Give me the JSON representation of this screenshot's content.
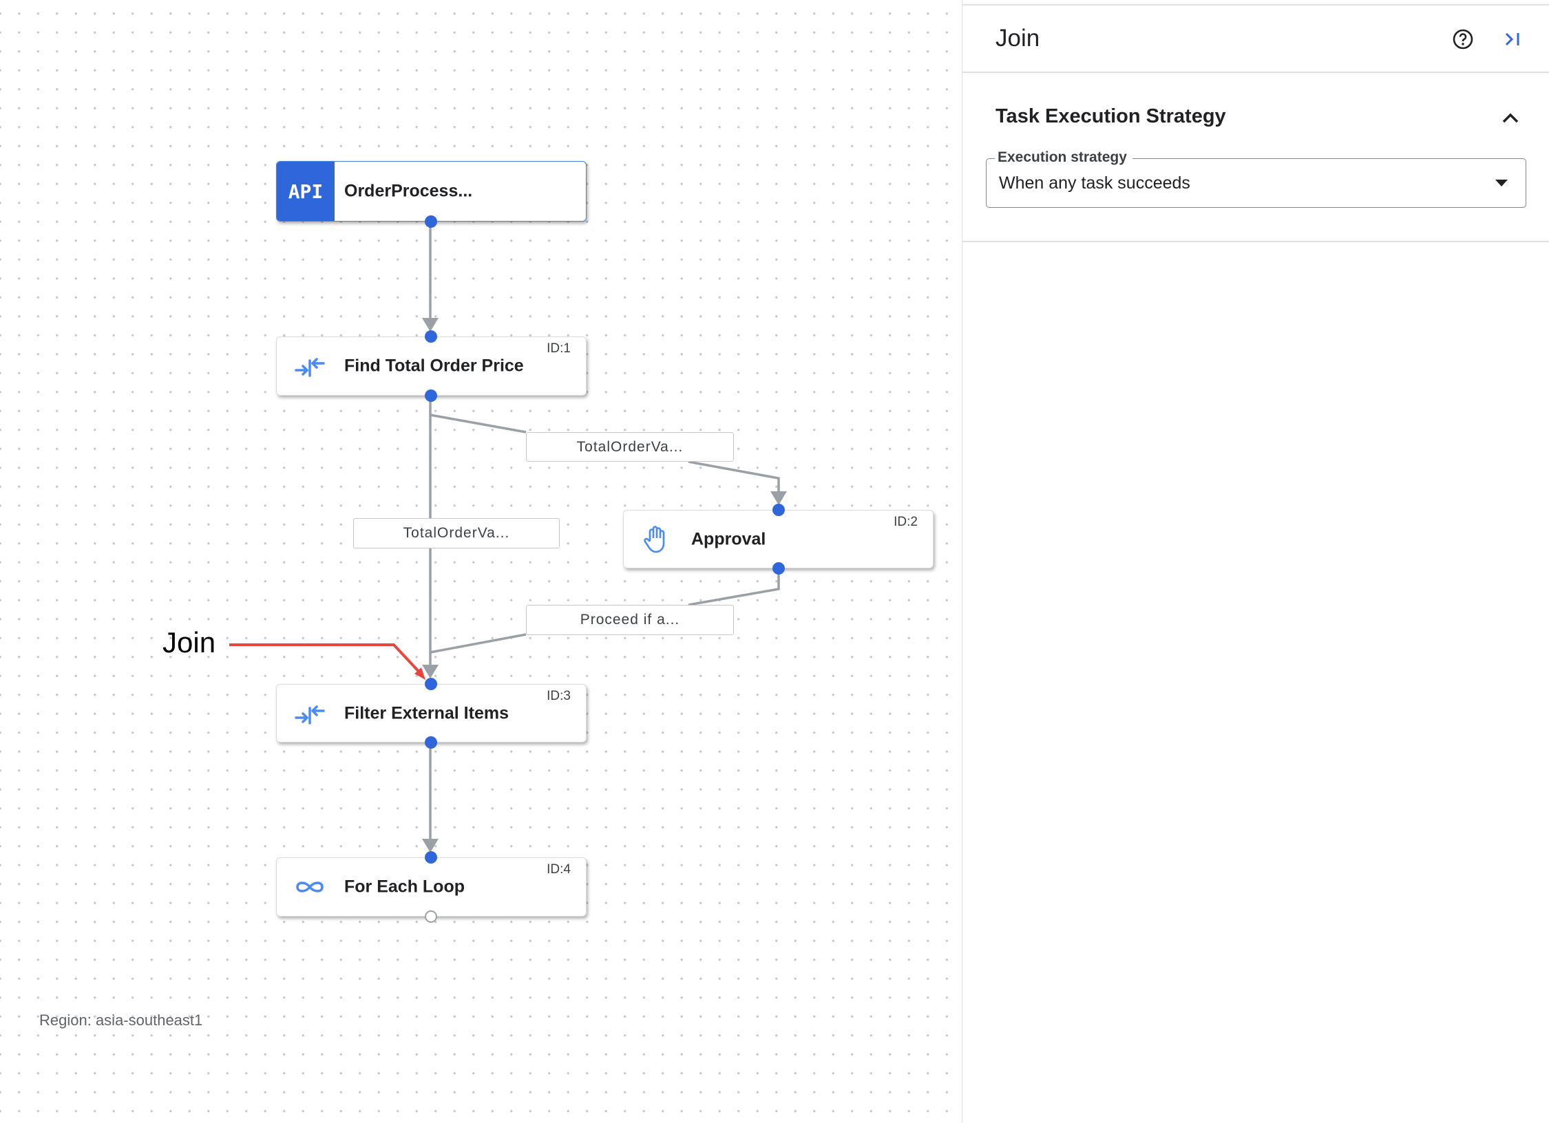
{
  "canvas": {
    "nodes": [
      {
        "badge": "API",
        "title": "OrderProcess...",
        "icon": "api-icon"
      },
      {
        "id": "ID:1",
        "title": "Find Total Order Price",
        "icon": "data-mapping-icon"
      },
      {
        "id": "ID:2",
        "title": "Approval",
        "icon": "hand-icon"
      },
      {
        "id": "ID:3",
        "title": "Filter External Items",
        "icon": "data-mapping-icon"
      },
      {
        "id": "ID:4",
        "title": "For Each Loop",
        "icon": "loop-icon"
      }
    ],
    "edge_labels": [
      "TotalOrderVa...",
      "TotalOrderVa...",
      "Proceed if a..."
    ],
    "annotation": "Join",
    "region": "Region: asia-southeast1"
  },
  "panel": {
    "title": "Join",
    "section_title": "Task Execution Strategy",
    "select_label": "Execution strategy",
    "select_value": "When any task succeeds"
  },
  "colors": {
    "accent": "#2f66d9",
    "annotation": "#e8453c",
    "edge": "#9aa0a6"
  }
}
